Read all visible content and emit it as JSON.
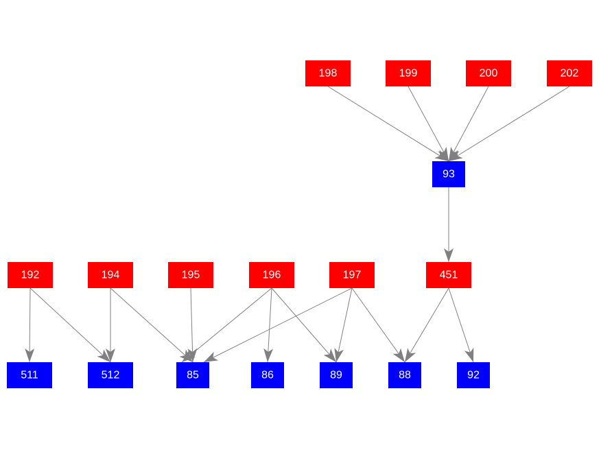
{
  "colors": {
    "red_node": "#ff0000",
    "blue_node": "#0000ff",
    "edge": "#808080",
    "label": "#ffffff"
  },
  "nodes": [
    {
      "id": "198",
      "label": "198",
      "color": "red"
    },
    {
      "id": "199",
      "label": "199",
      "color": "red"
    },
    {
      "id": "200",
      "label": "200",
      "color": "red"
    },
    {
      "id": "202",
      "label": "202",
      "color": "red"
    },
    {
      "id": "93",
      "label": "93",
      "color": "blue"
    },
    {
      "id": "192",
      "label": "192",
      "color": "red"
    },
    {
      "id": "194",
      "label": "194",
      "color": "red"
    },
    {
      "id": "195",
      "label": "195",
      "color": "red"
    },
    {
      "id": "196",
      "label": "196",
      "color": "red"
    },
    {
      "id": "197",
      "label": "197",
      "color": "red"
    },
    {
      "id": "451",
      "label": "451",
      "color": "red"
    },
    {
      "id": "511",
      "label": "511",
      "color": "blue"
    },
    {
      "id": "512",
      "label": "512",
      "color": "blue"
    },
    {
      "id": "85",
      "label": "85",
      "color": "blue"
    },
    {
      "id": "86",
      "label": "86",
      "color": "blue"
    },
    {
      "id": "89",
      "label": "89",
      "color": "blue"
    },
    {
      "id": "88",
      "label": "88",
      "color": "blue"
    },
    {
      "id": "92",
      "label": "92",
      "color": "blue"
    }
  ],
  "edges": [
    {
      "from": "198",
      "to": "93"
    },
    {
      "from": "199",
      "to": "93"
    },
    {
      "from": "200",
      "to": "93"
    },
    {
      "from": "202",
      "to": "93"
    },
    {
      "from": "93",
      "to": "451"
    },
    {
      "from": "192",
      "to": "511"
    },
    {
      "from": "192",
      "to": "512"
    },
    {
      "from": "194",
      "to": "512"
    },
    {
      "from": "194",
      "to": "85"
    },
    {
      "from": "195",
      "to": "85"
    },
    {
      "from": "196",
      "to": "85"
    },
    {
      "from": "196",
      "to": "86"
    },
    {
      "from": "196",
      "to": "89"
    },
    {
      "from": "197",
      "to": "85"
    },
    {
      "from": "197",
      "to": "89"
    },
    {
      "from": "197",
      "to": "88"
    },
    {
      "from": "451",
      "to": "88"
    },
    {
      "from": "451",
      "to": "92"
    }
  ]
}
